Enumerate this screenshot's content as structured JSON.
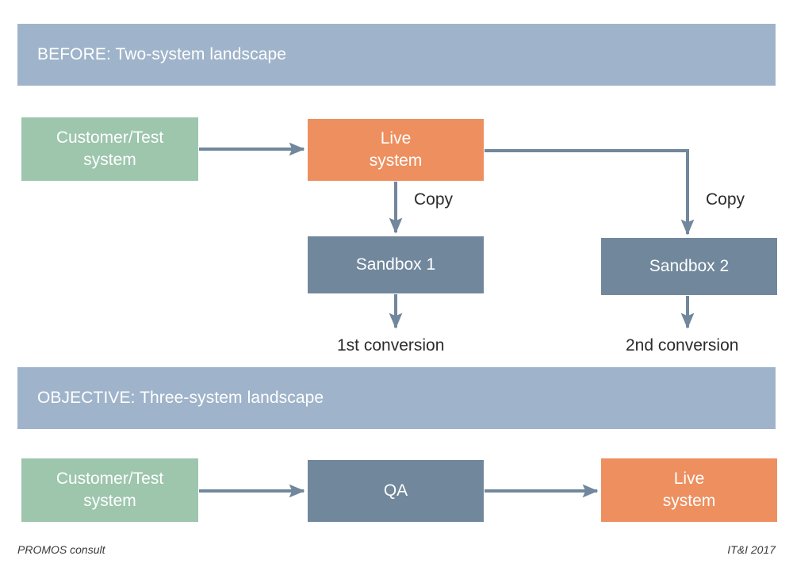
{
  "palette": {
    "banner": "#9fb4ca",
    "green": "#9dc6ad",
    "orange": "#ee8f5f",
    "slate": "#71879c",
    "arrow": "#71879c",
    "page_background": "#ffffff",
    "node_text": "#ffffff",
    "label_text": "#2b2b2b"
  },
  "sections": {
    "before": {
      "banner_label": "BEFORE: Two-system landscape",
      "nodes": {
        "customer_test": "Customer/Test\nsystem",
        "live_system": "Live\nsystem",
        "sandbox_1": "Sandbox 1",
        "sandbox_2": "Sandbox 2"
      },
      "edge_labels": {
        "copy_1": "Copy",
        "copy_2": "Copy",
        "conversion_1": "1st conversion",
        "conversion_2": "2nd conversion"
      }
    },
    "objective": {
      "banner_label": "OBJECTIVE: Three-system landscape",
      "nodes": {
        "customer_test": "Customer/Test\nsystem",
        "qa": "QA",
        "live_system": "Live\nsystem"
      }
    }
  },
  "footer": {
    "left": "PROMOS consult",
    "right": "IT&I 2017"
  },
  "flow": {
    "edges": [
      {
        "from": "customer-test-top",
        "to": "live-system-top",
        "label": ""
      },
      {
        "from": "live-system-top",
        "to": "sandbox-1",
        "label": "Copy"
      },
      {
        "from": "live-system-top",
        "to": "sandbox-2",
        "label": "Copy"
      },
      {
        "from": "sandbox-1",
        "to": "1st-conversion",
        "label": "1st conversion"
      },
      {
        "from": "sandbox-2",
        "to": "2nd-conversion",
        "label": "2nd conversion"
      },
      {
        "from": "customer-test-bottom",
        "to": "qa",
        "label": ""
      },
      {
        "from": "qa",
        "to": "live-system-bottom",
        "label": ""
      }
    ]
  }
}
